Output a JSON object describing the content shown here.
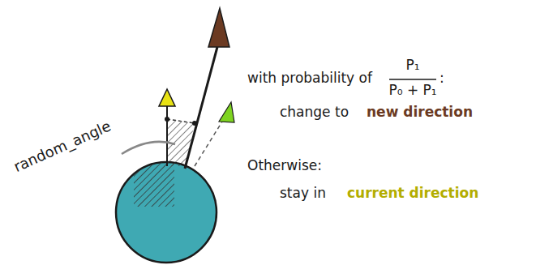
{
  "diagram": {
    "labels": [
      "random_angle",
      "with probability of",
      "P₁",
      "P₀ + P₁",
      ":",
      "change to",
      "new direction",
      "Otherwise:",
      "stay in",
      "current direction"
    ]
  }
}
